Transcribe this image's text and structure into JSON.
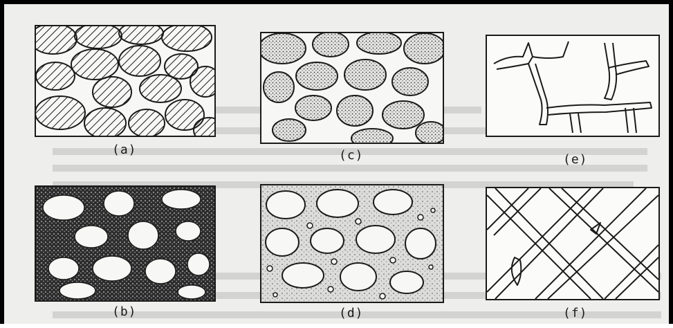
{
  "figure": {
    "panels": [
      {
        "id": "a",
        "caption": "(a)",
        "fill": "hatched"
      },
      {
        "id": "b",
        "caption": "(b)",
        "fill": "fine-grained"
      },
      {
        "id": "c",
        "caption": "(c)",
        "fill": "dotted"
      },
      {
        "id": "d",
        "caption": "(d)",
        "fill": "speckled"
      },
      {
        "id": "e",
        "caption": "(e)",
        "fill": "fractures"
      },
      {
        "id": "f",
        "caption": "(f)",
        "fill": "fractures"
      }
    ],
    "colors": {
      "ink": "#1a1a1a",
      "paper": "#eeeeec",
      "border": "#000000"
    }
  }
}
